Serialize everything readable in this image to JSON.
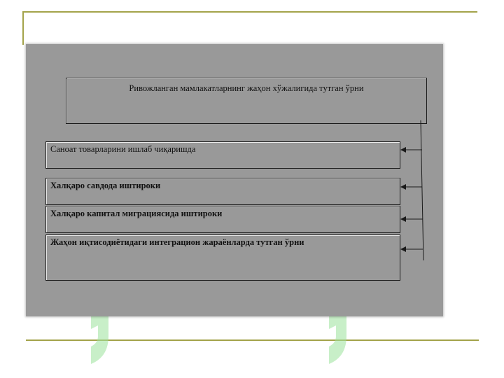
{
  "diagram": {
    "top_box": {
      "text": "Ривожланган мамлакатларнинг жаҳон хўжалигида тутган ўрни"
    },
    "items": [
      {
        "text": "Саноат товарларини ишлаб чиқаришда",
        "bold": false
      },
      {
        "text": "Халқаро савдода иштироки",
        "bold": true
      },
      {
        "text": "Халқаро капитал миграциясида иштироки",
        "bold": true
      },
      {
        "text": "Жаҳон иқтисодиётидаги интеграцион жараёнларда тутган ўрни",
        "bold": true
      }
    ]
  },
  "colors": {
    "panel": "#999999",
    "border": "#1a1a1a",
    "rule": "#a3a34a",
    "watermark": "#9ce39c"
  }
}
